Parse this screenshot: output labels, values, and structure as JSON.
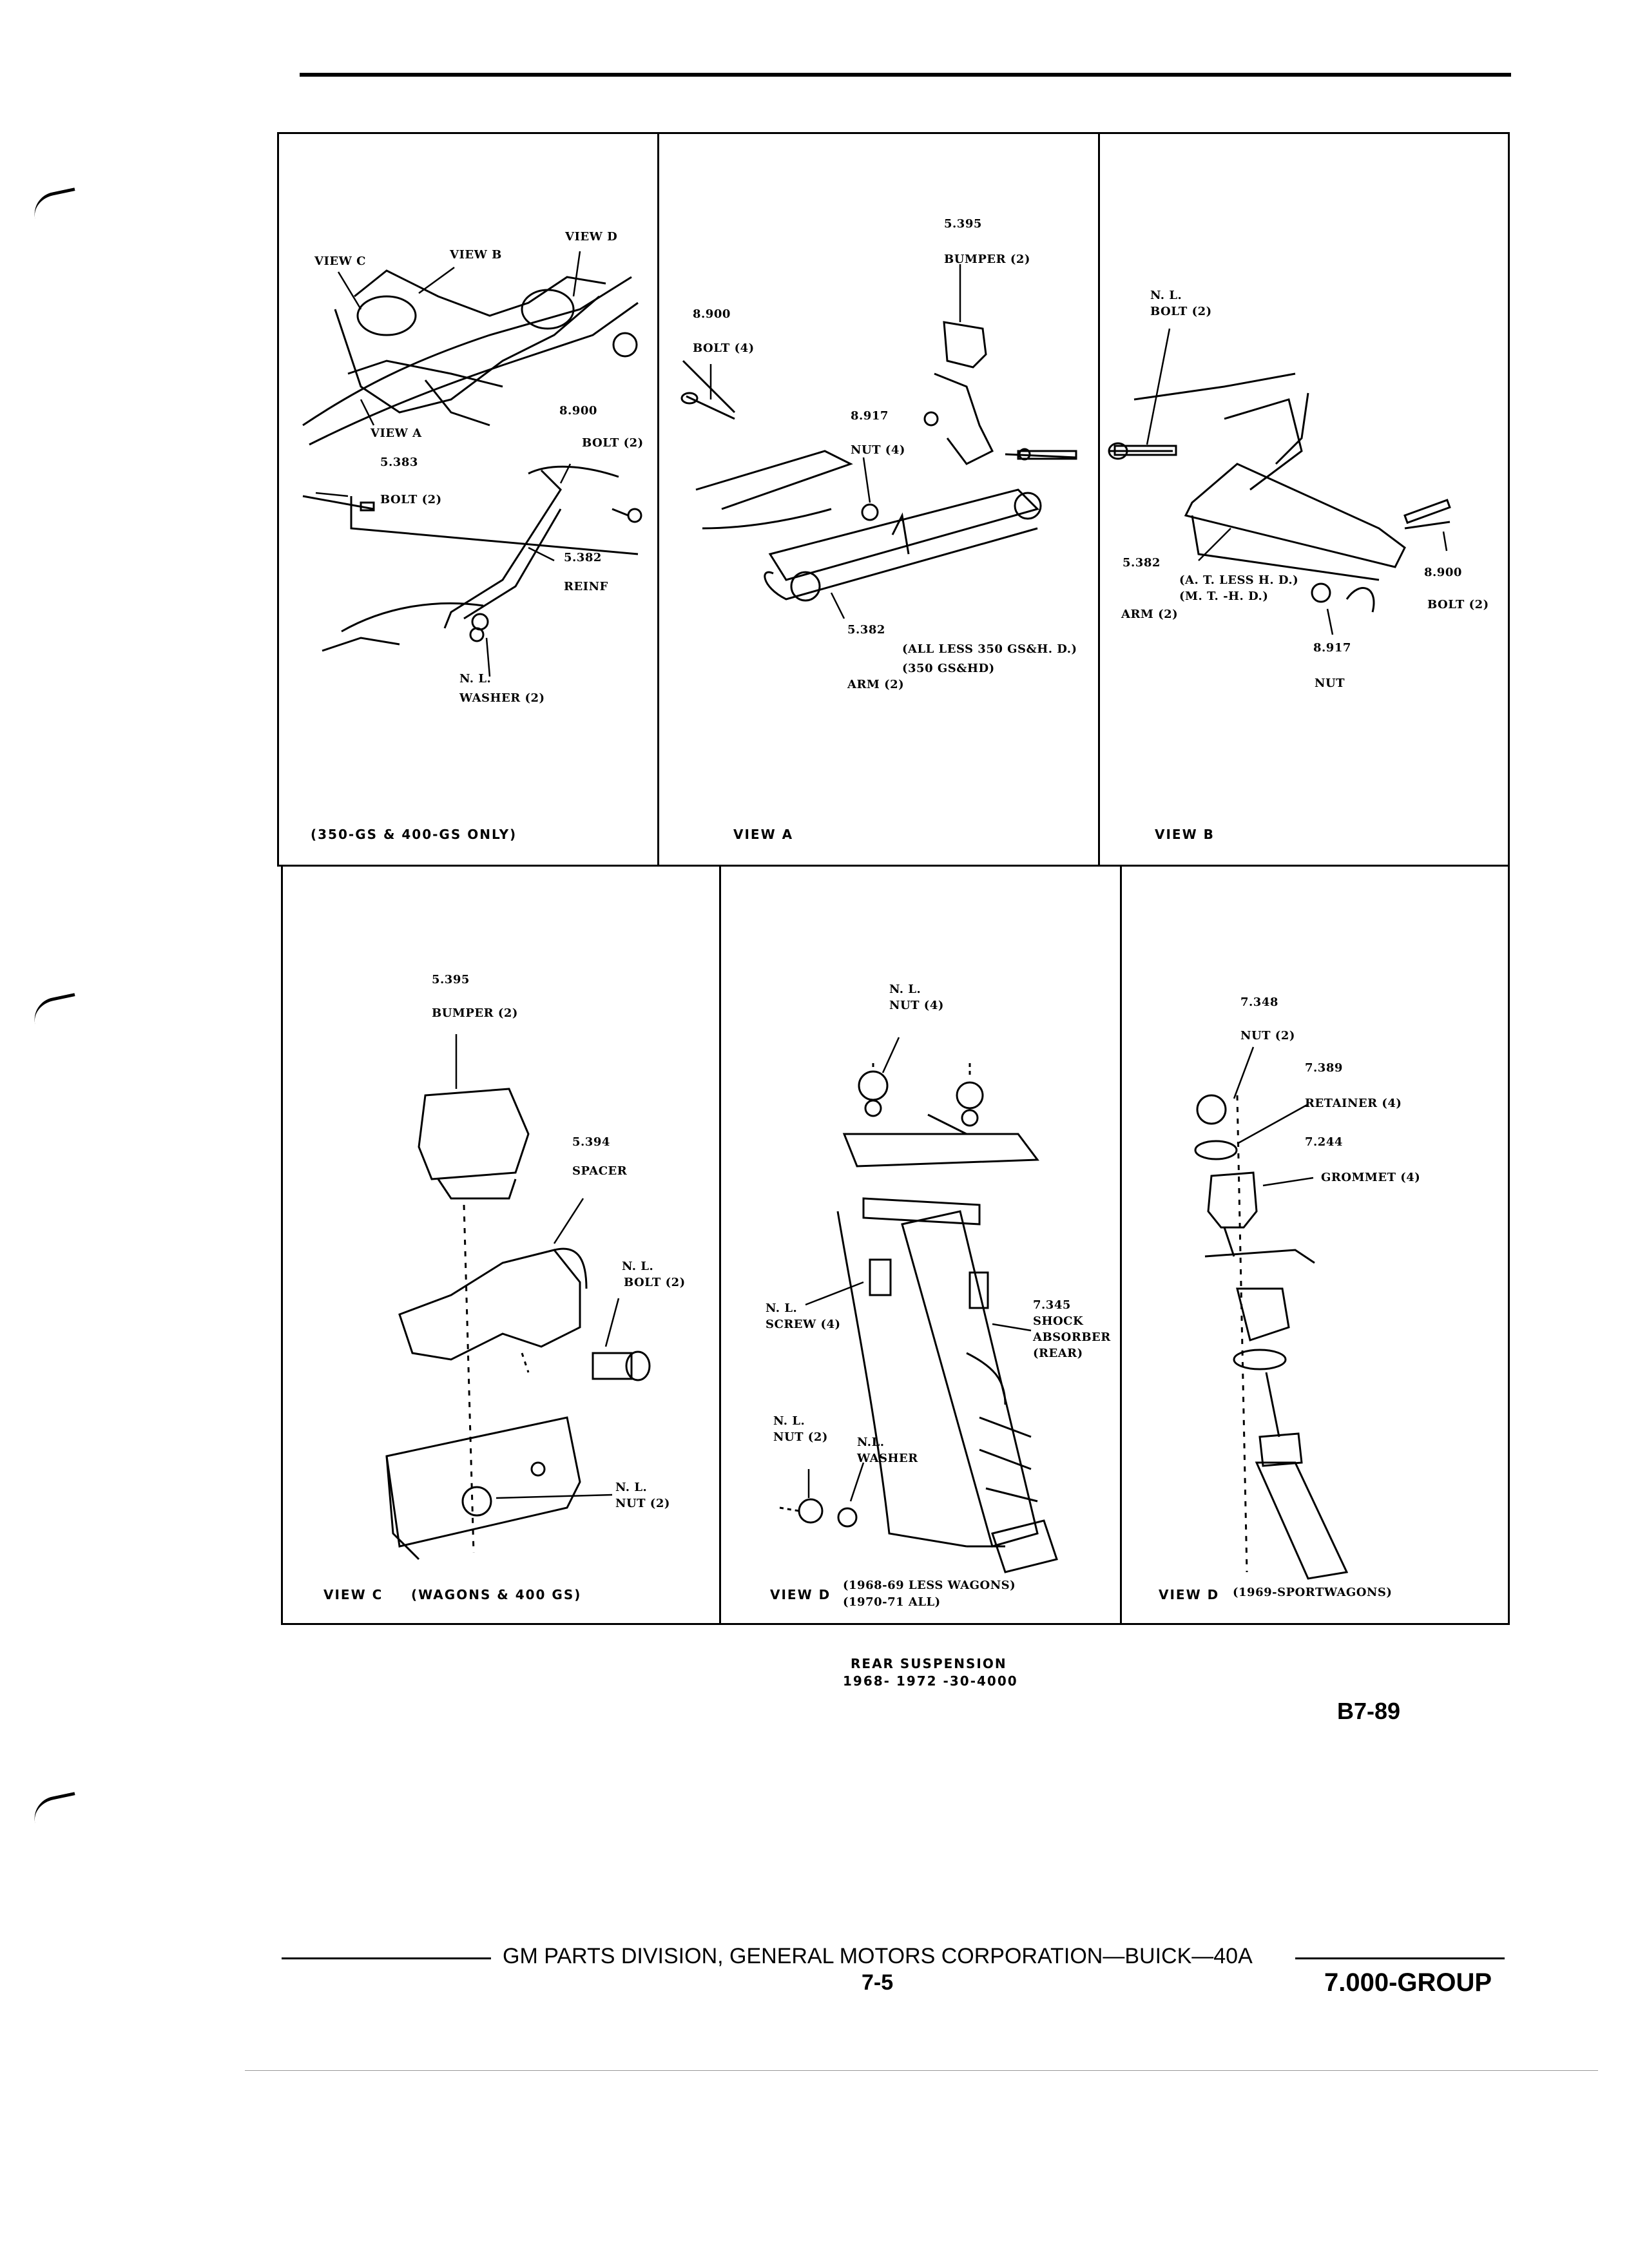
{
  "page": {
    "caption_title": "REAR SUSPENSION",
    "caption_sub": "1968- 1972 -30-4000",
    "page_code": "B7-89",
    "footer_text": "GM PARTS DIVISION, GENERAL MOTORS CORPORATION—BUICK—40A",
    "footer_page": "7-5",
    "footer_group": "7.000-GROUP"
  },
  "panels": {
    "p1": {
      "caption": "(350-GS & 400-GS ONLY)",
      "labels": {
        "view_c": "VIEW C",
        "view_b": "VIEW B",
        "view_d": "VIEW D",
        "view_a": "VIEW A",
        "num_5383": "5.383",
        "bolt_5383": "BOLT (2)",
        "num_8900": "8.900",
        "bolt_8900": "BOLT (2)",
        "num_5382": "5.382",
        "reinf": "REINF",
        "nl": "N. L.",
        "washer": "WASHER (2)"
      }
    },
    "p2": {
      "caption": "VIEW A",
      "labels": {
        "num_5395": "5.395",
        "bumper": "BUMPER (2)",
        "num_8900": "8.900",
        "bolt": "BOLT (4)",
        "num_8917": "8.917",
        "nut": "NUT (4)",
        "num_5382": "5.382",
        "all_less": "(ALL LESS 350 GS&H. D.)",
        "gs_hd": "(350 GS&HD)",
        "arm": "ARM (2)"
      }
    },
    "p3": {
      "caption": "VIEW B",
      "labels": {
        "nl": "N. L.",
        "bolt_top": "BOLT (2)",
        "num_5382": "5.382",
        "at_less": "(A. T.  LESS H. D.)",
        "mt_hd": "(M. T. -H. D.)",
        "arm": "ARM (2)",
        "num_8900": "8.900",
        "bolt_right": "BOLT (2)",
        "num_8917": "8.917",
        "nut": "NUT"
      }
    },
    "p4": {
      "caption": "VIEW C",
      "caption_note": "(WAGONS & 400 GS)",
      "labels": {
        "num_5395": "5.395",
        "bumper": "BUMPER (2)",
        "num_5394": "5.394",
        "spacer": "SPACER",
        "nl_bolt_a": "N. L.",
        "nl_bolt_b": "BOLT (2)",
        "nl_nut_a": "N. L.",
        "nl_nut_b": "NUT (2)"
      }
    },
    "p5": {
      "caption": "VIEW D",
      "caption_note_1": "(1968-69 LESS WAGONS)",
      "caption_note_2": "(1970-71 ALL)",
      "labels": {
        "nl_top": "N. L.",
        "nut_top": "NUT (4)",
        "nl_screw": "N. L.",
        "screw": "SCREW (4)",
        "num_7345": "7.345",
        "shock": "SHOCK",
        "absorber": "ABSORBER",
        "rear": "(REAR)",
        "nl_nut": "N. L.",
        "nut_2": "NUT (2)",
        "nl_washer": "N.L.",
        "washer": "WASHER"
      }
    },
    "p6": {
      "caption": "VIEW D",
      "caption_note": "(1969-SPORTWAGONS)",
      "labels": {
        "num_7348": "7.348",
        "nut": "NUT (2)",
        "num_7389": "7.389",
        "retainer": "RETAINER (4)",
        "num_7244": "7.244",
        "grommet": "GROMMET (4)"
      }
    }
  }
}
